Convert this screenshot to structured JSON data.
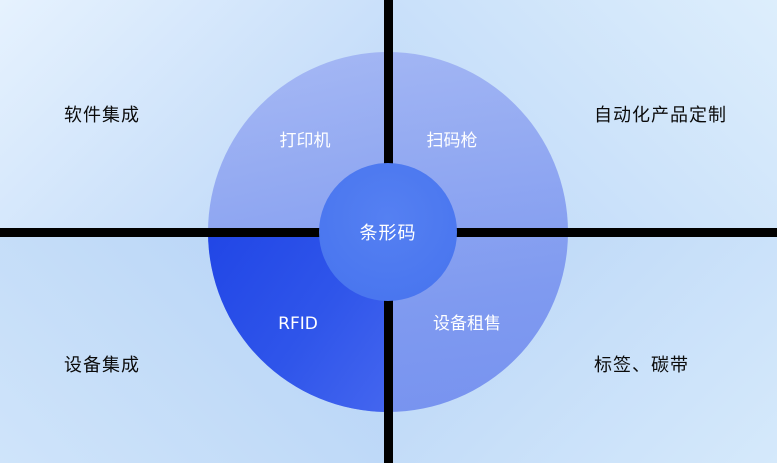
{
  "diagram": {
    "center": {
      "label": "条形码"
    },
    "ring": {
      "top_left": "打印机",
      "top_right": "扫码枪",
      "bottom_left": "RFID",
      "bottom_right": "设备租售"
    },
    "corners": {
      "top_left": "软件集成",
      "top_right": "自动化产品定制",
      "bottom_left": "设备集成",
      "bottom_right": "标签、碳带"
    },
    "colors": {
      "center_circle": "#4a77ef",
      "ring_top": "#a0b2f3",
      "ring_bottom": "#6e8aee",
      "rfid_quarter_start": "#2146e6",
      "rfid_quarter_end": "#4466ef",
      "divider": "#000000",
      "corner_text": "#0b0b0b",
      "ring_text": "#ffffff",
      "background_light": "#e6f2fe",
      "background_deep": "#b4d2f6"
    }
  }
}
